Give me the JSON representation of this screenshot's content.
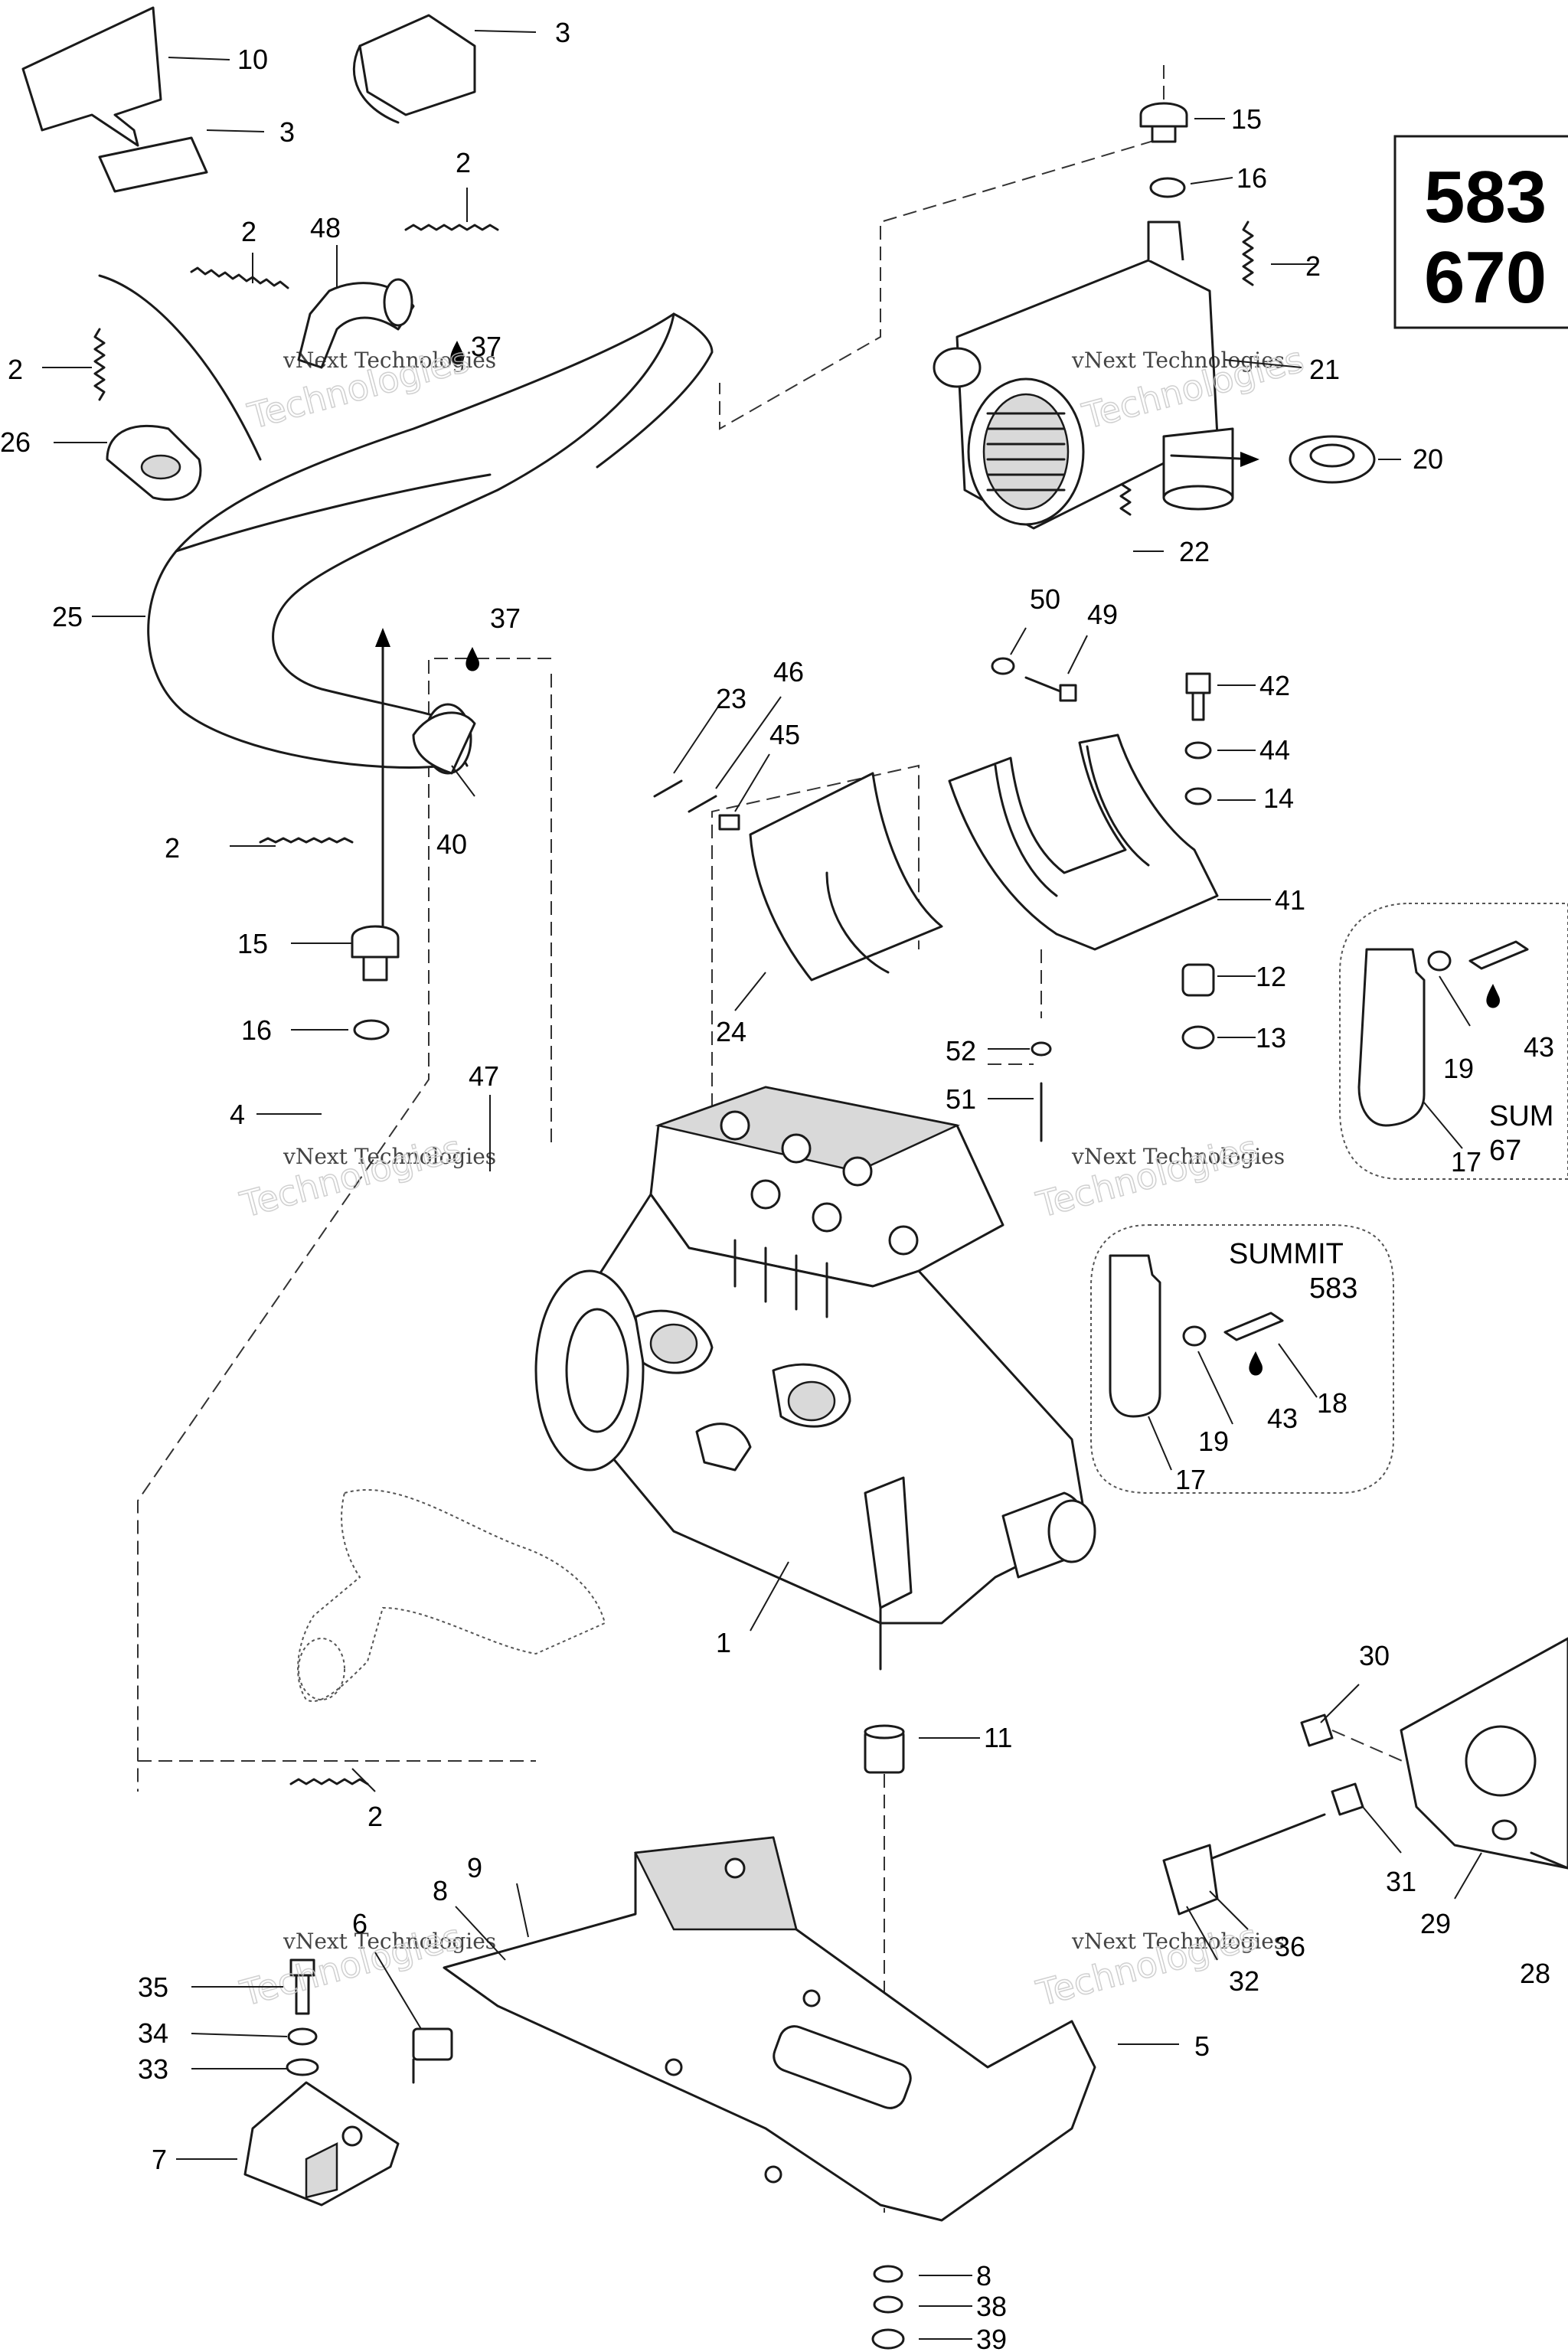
{
  "model_box": {
    "line1": "583",
    "line2": "670"
  },
  "watermark": {
    "line1": "vNext",
    "line2": "vNext Technologies",
    "line3": "Technologies"
  },
  "summit_583": {
    "title": "SUMMIT",
    "model": "583"
  },
  "summit_670": {
    "title": "SUM",
    "model": "67"
  },
  "callouts": {
    "c10": "10",
    "c3a": "3",
    "c3b": "3",
    "c2a": "2",
    "c48": "48",
    "c2b": "2",
    "c37a": "37",
    "c2c": "2",
    "c26": "26",
    "c25": "25",
    "c37b": "37",
    "c40": "40",
    "c2d": "2",
    "c15a": "15",
    "c16a": "16",
    "c4": "4",
    "c47": "47",
    "c15b": "15",
    "c16b": "16",
    "c2e": "2",
    "c21": "21",
    "c20": "20",
    "c22": "22",
    "c50": "50",
    "c49": "49",
    "c42": "42",
    "c44": "44",
    "c14": "14",
    "c41": "41",
    "c12": "12",
    "c13": "13",
    "c23": "23",
    "c46": "46",
    "c45": "45",
    "c24": "24",
    "c52": "52",
    "c51": "51",
    "c19a": "19",
    "c43a": "43",
    "c17a": "17",
    "c18": "18",
    "c19b": "19",
    "c43b": "43",
    "c17b": "17",
    "c1": "1",
    "c2f": "2",
    "c11": "11",
    "c30": "30",
    "c31": "31",
    "c29": "29",
    "c28": "28",
    "c36": "36",
    "c32": "32",
    "c5": "5",
    "c9": "9",
    "c8a": "8",
    "c6": "6",
    "c35": "35",
    "c34": "34",
    "c33": "33",
    "c7": "7",
    "c8b": "8",
    "c38": "38",
    "c39": "39"
  }
}
